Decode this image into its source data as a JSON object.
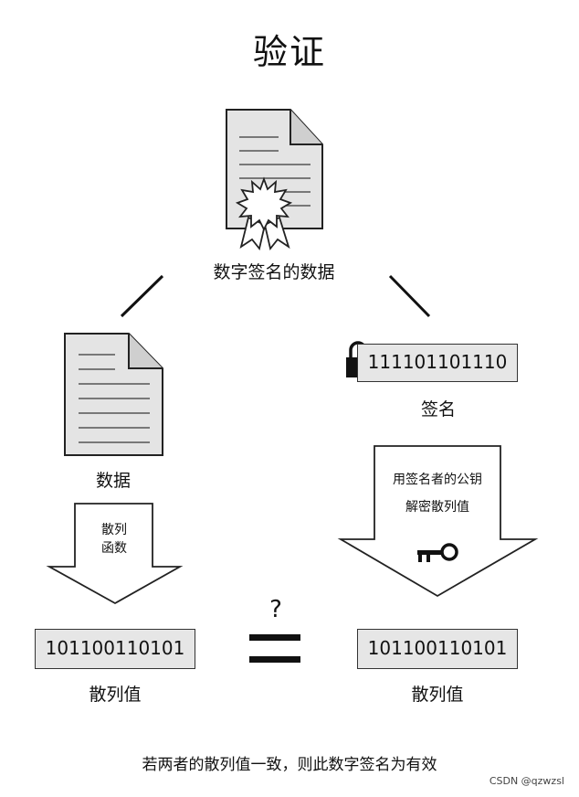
{
  "title": "验证",
  "signed_data_label": "数字签名的数据",
  "data_label": "数据",
  "signature_label": "签名",
  "signature_bits": "111101101110",
  "hash_function_line1": "散列",
  "hash_function_line2": "函数",
  "decrypt_line1": "用签名者的公钥",
  "decrypt_line2": "解密散列值",
  "hash_left_bits": "101100110101",
  "hash_right_bits": "101100110101",
  "hash_left_label": "散列值",
  "hash_right_label": "散列值",
  "compare_symbol": "?",
  "conclusion": "若两者的散列值一致，则此数字签名为有效",
  "credit": "CSDN @qzwzsl",
  "colors": {
    "box_fill": "#e6e6e6",
    "doc_fill": "#e4e4e4",
    "stroke": "#222222"
  }
}
